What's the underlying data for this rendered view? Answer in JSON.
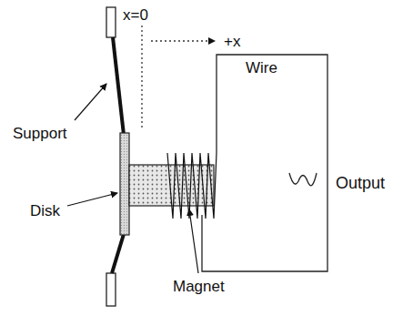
{
  "diagram": {
    "labels": [
      "x=0",
      "+x",
      "Wire",
      "Output",
      "Support",
      "Disk",
      "Magnet"
    ]
  }
}
